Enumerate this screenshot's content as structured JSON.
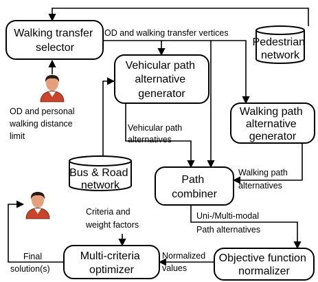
{
  "nodes": {
    "walking_transfer_selector": [
      "Walking transfer",
      "selector"
    ],
    "pedestrian_network": [
      "Pedestrian",
      "network"
    ],
    "vehicular_path_generator": [
      "Vehicular path",
      "alternative",
      "generator"
    ],
    "walking_path_generator": [
      "Walking path",
      "alternative",
      "generator"
    ],
    "bus_road_network": [
      "Bus & Road",
      "network"
    ],
    "path_combiner": [
      "Path",
      "combiner"
    ],
    "multi_criteria_optimizer": [
      "Multi-criteria",
      "optimizer"
    ],
    "objective_function_normalizer": [
      "Objective function",
      "normalizer"
    ]
  },
  "labels": {
    "od_walking_transfer_vertices": [
      "OD and walking transfer vertices"
    ],
    "od_personal_limit": [
      "OD and personal",
      "walking distance",
      "limit"
    ],
    "vehicular_path_alternatives": [
      "Vehicular  path",
      "alternatives"
    ],
    "walking_path_alternatives": [
      "Walking path",
      "alternatives"
    ],
    "uni_multi_modal": [
      "Uni-/Multi-modal",
      "Path alternatives"
    ],
    "criteria_weight": [
      "Criteria and",
      "weight factors"
    ],
    "normalized_values": [
      "Normalized",
      "values"
    ],
    "final_solutions": [
      "Final",
      "solution(s)"
    ]
  },
  "icons": {
    "input_user": "user-icon",
    "output_user": "user-icon"
  },
  "colors": {
    "stroke": "#000000",
    "skin": "#e4a07a",
    "hair": "#2a1a12",
    "shirt": "#c9442a",
    "collar": "#ffffff"
  }
}
